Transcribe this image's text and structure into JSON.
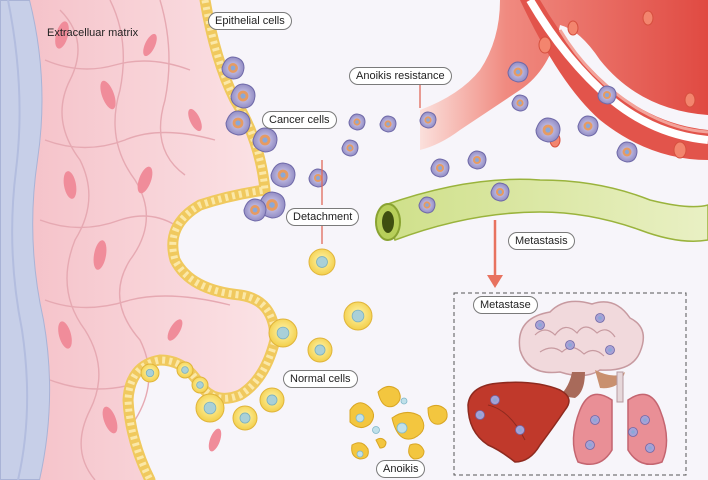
{
  "labels": {
    "extracellular_matrix": "Extracelluar matrix",
    "epithelial_cells": "Epithelial cells",
    "cancer_cells": "Cancer cells",
    "anoikis_resistance": "Anoikis resistance",
    "detachment": "Detachment",
    "metastasis": "Metastasis",
    "metastase": "Metastase",
    "normal_cells": "Normal cells",
    "anoikis": "Anoikis"
  },
  "colors": {
    "matrix": "#c7cfe8",
    "tissue": "#f7c9cf",
    "vessel_red": "#e8564f",
    "vessel_green": "#b8cf5a",
    "epithelial": "#f2d27a",
    "normal_cell": "#f6df6a",
    "cancer_cell": "#8c86c0",
    "arrow": "#e8725f"
  },
  "organs": [
    "brain-icon",
    "liver-icon",
    "lungs-icon"
  ]
}
